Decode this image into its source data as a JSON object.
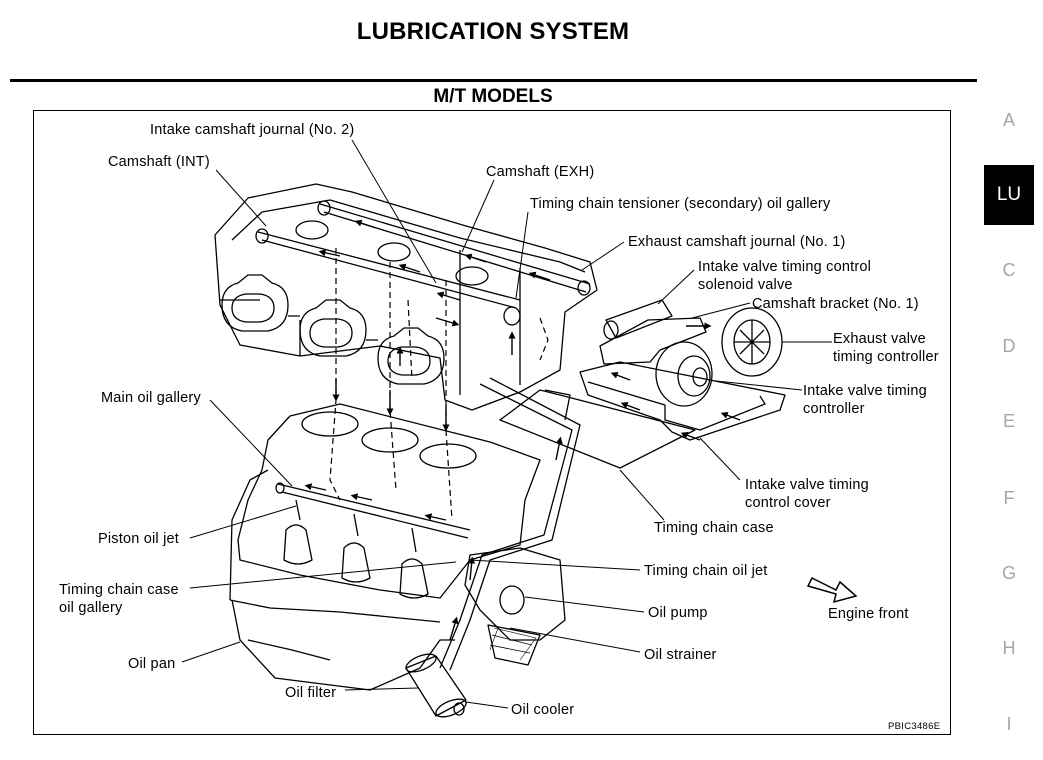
{
  "page": {
    "title": "LUBRICATION SYSTEM",
    "section": "M/T MODELS",
    "figure_code": "PBIC3486E"
  },
  "sidebar": {
    "tabs": [
      {
        "label": "A",
        "active": false
      },
      {
        "label": "LU",
        "active": true
      },
      {
        "label": "C",
        "active": false
      },
      {
        "label": "D",
        "active": false
      },
      {
        "label": "E",
        "active": false
      },
      {
        "label": "F",
        "active": false
      },
      {
        "label": "G",
        "active": false
      },
      {
        "label": "H",
        "active": false
      },
      {
        "label": "I",
        "active": false
      }
    ]
  },
  "labels": {
    "intake_camshaft_journal_no2": "Intake camshaft journal (No. 2)",
    "camshaft_int": "Camshaft (INT)",
    "camshaft_exh": "Camshaft (EXH)",
    "tensioner_gallery": "Timing chain tensioner (secondary) oil gallery",
    "exhaust_camshaft_journal_no1": "Exhaust camshaft journal (No. 1)",
    "ivt_solenoid_1": "Intake valve timing control",
    "ivt_solenoid_2": "solenoid valve",
    "camshaft_bracket_no1": "Camshaft bracket (No. 1)",
    "exhaust_vtc_1": "Exhaust valve",
    "exhaust_vtc_2": "timing controller",
    "intake_vtc_1": "Intake valve timing",
    "intake_vtc_2": "controller",
    "main_oil_gallery": "Main oil gallery",
    "ivt_cover_1": "Intake valve timing",
    "ivt_cover_2": "control cover",
    "timing_chain_case": "Timing chain case",
    "piston_oil_jet": "Piston oil jet",
    "timing_chain_oil_jet": "Timing chain oil jet",
    "tcc_gallery_1": "Timing chain case",
    "tcc_gallery_2": "oil gallery",
    "oil_pump": "Oil pump",
    "engine_front": "Engine front",
    "oil_pan": "Oil pan",
    "oil_strainer": "Oil strainer",
    "oil_filter": "Oil filter",
    "oil_cooler": "Oil cooler"
  }
}
